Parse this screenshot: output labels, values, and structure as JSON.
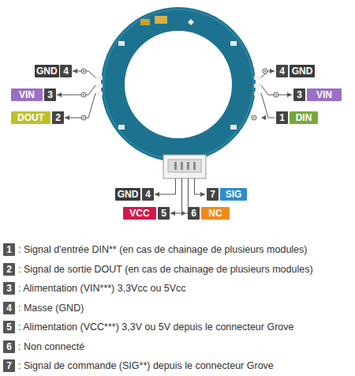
{
  "diagram": {
    "nodes": [
      {
        "text": [
          "GND"
        ]
      },
      {
        "text": [
          "4"
        ]
      },
      {
        "text": [
          "4"
        ]
      },
      {
        "text": [
          "GND"
        ]
      },
      {
        "text": [
          "VIN"
        ]
      },
      {
        "text": [
          "3"
        ]
      },
      {
        "text": [
          "3"
        ]
      },
      {
        "text": [
          "VIN"
        ]
      },
      {
        "text": [
          "DOUT"
        ]
      },
      {
        "text": [
          "2"
        ]
      },
      {
        "text": [
          "1"
        ]
      },
      {
        "text": [
          "DIN"
        ]
      },
      {
        "text": [
          "GND"
        ]
      },
      {
        "text": [
          "4"
        ]
      },
      {
        "text": [
          "7"
        ]
      },
      {
        "text": [
          "SIG"
        ]
      },
      {
        "text": [
          "VCC"
        ]
      },
      {
        "text": [
          "5"
        ]
      },
      {
        "text": [
          "6"
        ]
      },
      {
        "text": [
          "NC"
        ]
      },
      {
        "text": [
          "1"
        ]
      },
      {
        "text": [
          "2"
        ]
      },
      {
        "text": [
          "3"
        ]
      },
      {
        "text": [
          "4"
        ]
      },
      {
        "text": [
          "5"
        ]
      },
      {
        "text": [
          "6"
        ]
      },
      {
        "text": [
          "7"
        ]
      }
    ],
    "labels": [
      ": Signal d'entrée DIN** (en cas de chainage de plusieurs modules)",
      ": Signal de sortie DOUT (en cas de chainage de plusieurs modules)",
      ": Alimentation (VIN***) 3,3Vcc ou 5Vcc",
      ": Masse (GND)",
      ": Alimentation (VCC***) 3,3V ou 5V depuis le connecteur Grove",
      ": Non connecté",
      ": Signal de commande (SIG**) depuis le connecteur Grove"
    ]
  }
}
